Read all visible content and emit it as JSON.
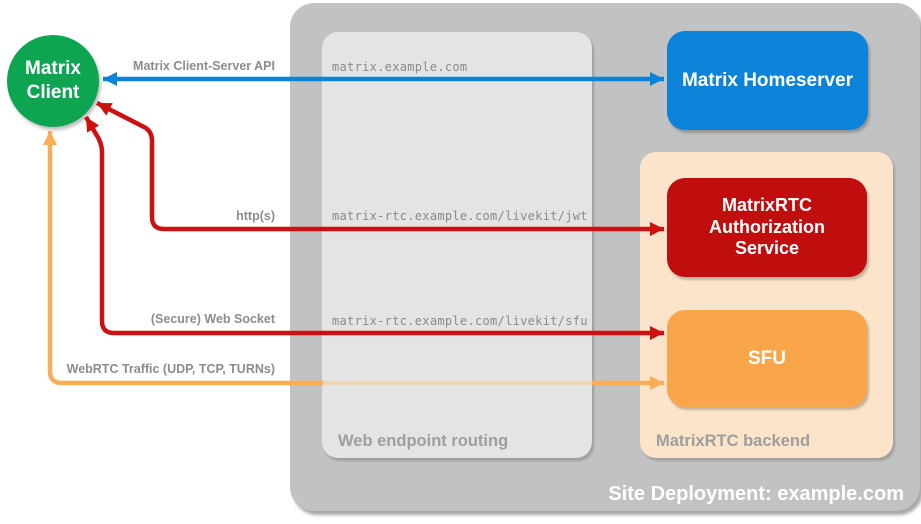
{
  "title": "Site Deployment: example.com",
  "client": {
    "line1": "Matrix",
    "line2": "Client"
  },
  "boxes": {
    "homeserver": "Matrix Homeserver",
    "auth_service": "MatrixRTC Authorization Service",
    "sfu": "SFU",
    "routing_label": "Web endpoint routing",
    "backend_label": "MatrixRTC backend"
  },
  "edges": [
    {
      "name": "client-server-api",
      "label": "Matrix Client-Server API",
      "endpoint": "matrix.example.com",
      "color": "#0B83D9"
    },
    {
      "name": "https",
      "label": "http(s)",
      "endpoint": "matrix-rtc.example.com/livekit/jwt",
      "color": "#CD1111"
    },
    {
      "name": "websocket",
      "label": "(Secure) Web Socket",
      "endpoint": "matrix-rtc.example.com/livekit/sfu",
      "color": "#CD1111"
    },
    {
      "name": "webrtc",
      "label": "WebRTC Traffic (UDP, TCP, TURNs)",
      "endpoint": "",
      "color": "#FAAD56"
    }
  ],
  "colors": {
    "client_green": "#0EA552",
    "homeserver_blue": "#0B83D9",
    "auth_red": "#C00D0D",
    "arrow_red": "#CD1111",
    "sfu_orange": "#F9A64A",
    "arrow_orange": "#FAAD56",
    "arrow_orange_faded": "#EDD6BA",
    "backend_peach": "#FCE4CA",
    "container_gray": "#C2C2C2",
    "routing_gray": "#E4E4E4",
    "edge_label_gray": "#8C8C8C",
    "corner_label_gray": "#9E9E9E"
  }
}
